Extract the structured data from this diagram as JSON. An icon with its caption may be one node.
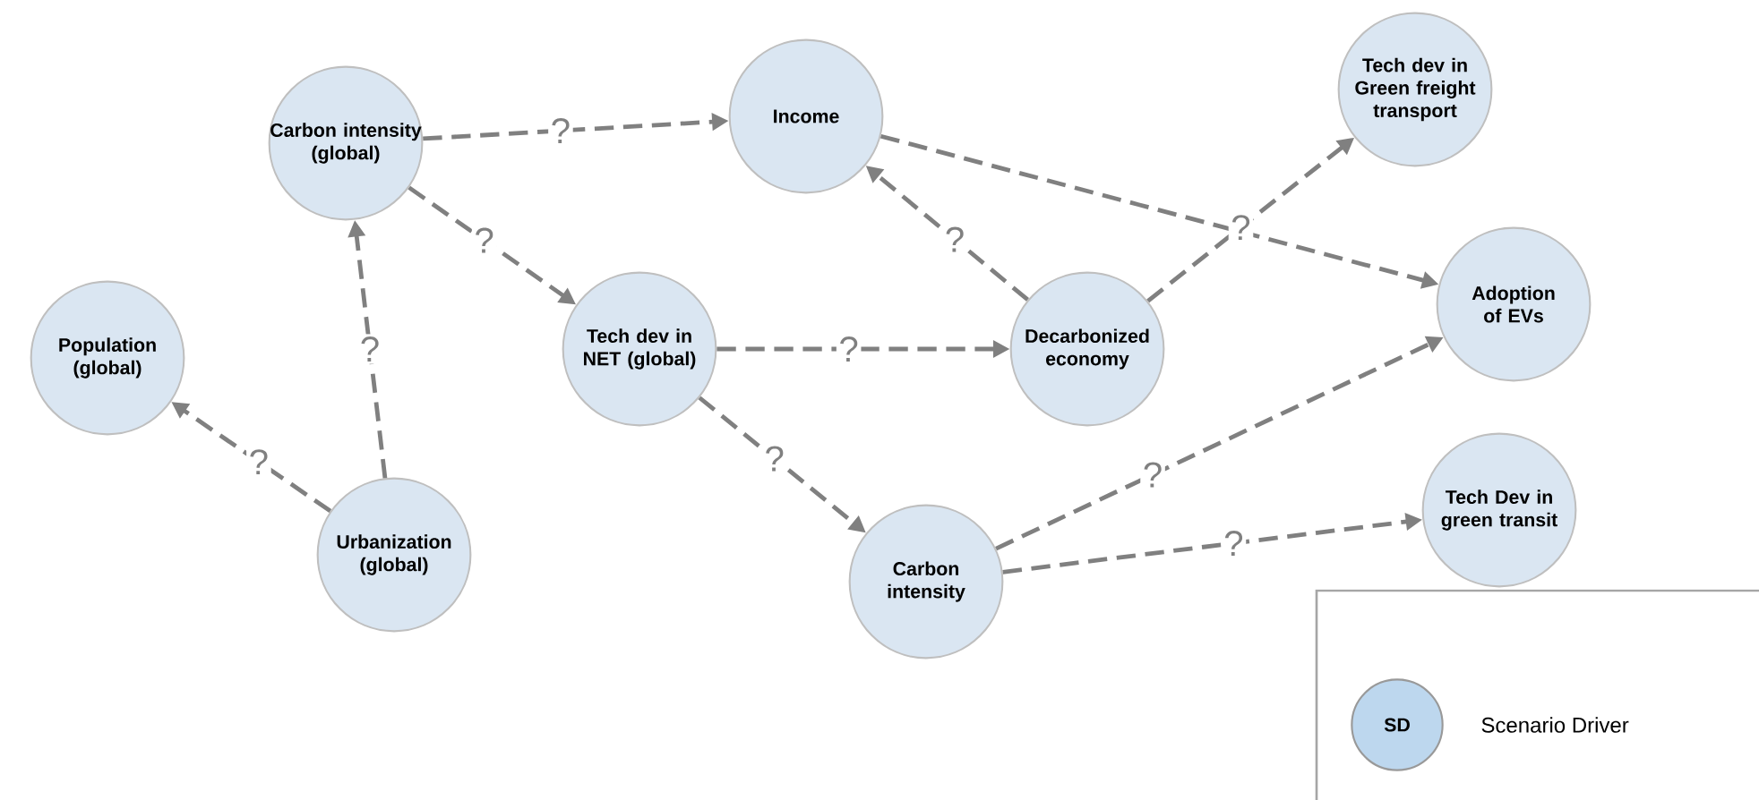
{
  "diagram": {
    "nodes": [
      {
        "text": [
          "Carbon intensity (global)"
        ]
      },
      {
        "text": [
          "Income"
        ]
      },
      {
        "text": [
          "Tech dev in Green freight transport"
        ]
      },
      {
        "text": [
          "Population (global)"
        ]
      },
      {
        "text": [
          "Tech dev in NET (global)"
        ]
      },
      {
        "text": [
          "Decarbonized economy"
        ]
      },
      {
        "text": [
          "Adoption of EVs"
        ]
      },
      {
        "text": [
          "Urbanization (global)"
        ]
      },
      {
        "text": [
          "Carbon intensity"
        ]
      },
      {
        "text": [
          "Tech Dev in green transit"
        ]
      }
    ],
    "edges": [
      {
        "from": 0,
        "to": 1,
        "arrow": "to",
        "label": "?",
        "style": "dashed"
      },
      {
        "from": 0,
        "to": 4,
        "arrow": "to",
        "label": "?",
        "style": "dashed"
      },
      {
        "from": 7,
        "to": 0,
        "arrow": "to",
        "label": "?",
        "style": "dashed"
      },
      {
        "from": 7,
        "to": 3,
        "arrow": "to",
        "label": "?",
        "style": "dashed"
      },
      {
        "from": 4,
        "to": 5,
        "arrow": "to",
        "label": "?",
        "style": "dashed"
      },
      {
        "from": 4,
        "to": 8,
        "arrow": "to",
        "label": "?",
        "style": "dashed"
      },
      {
        "from": 5,
        "to": 1,
        "arrow": "to",
        "label": "?",
        "style": "dashed"
      },
      {
        "from": 1,
        "to": 6,
        "arrow": "to",
        "style": "dashed"
      },
      {
        "from": 5,
        "to": 2,
        "arrow": "to",
        "label": "?",
        "style": "dashed"
      },
      {
        "from": 8,
        "to": 6,
        "arrow": "to",
        "label": "?",
        "style": "dashed"
      },
      {
        "from": 8,
        "to": 9,
        "arrow": "to",
        "label": "?",
        "style": "dashed"
      }
    ],
    "labels": [
      "SD"
    ],
    "legend": [
      {
        "text": "Scenario Driver"
      }
    ]
  }
}
